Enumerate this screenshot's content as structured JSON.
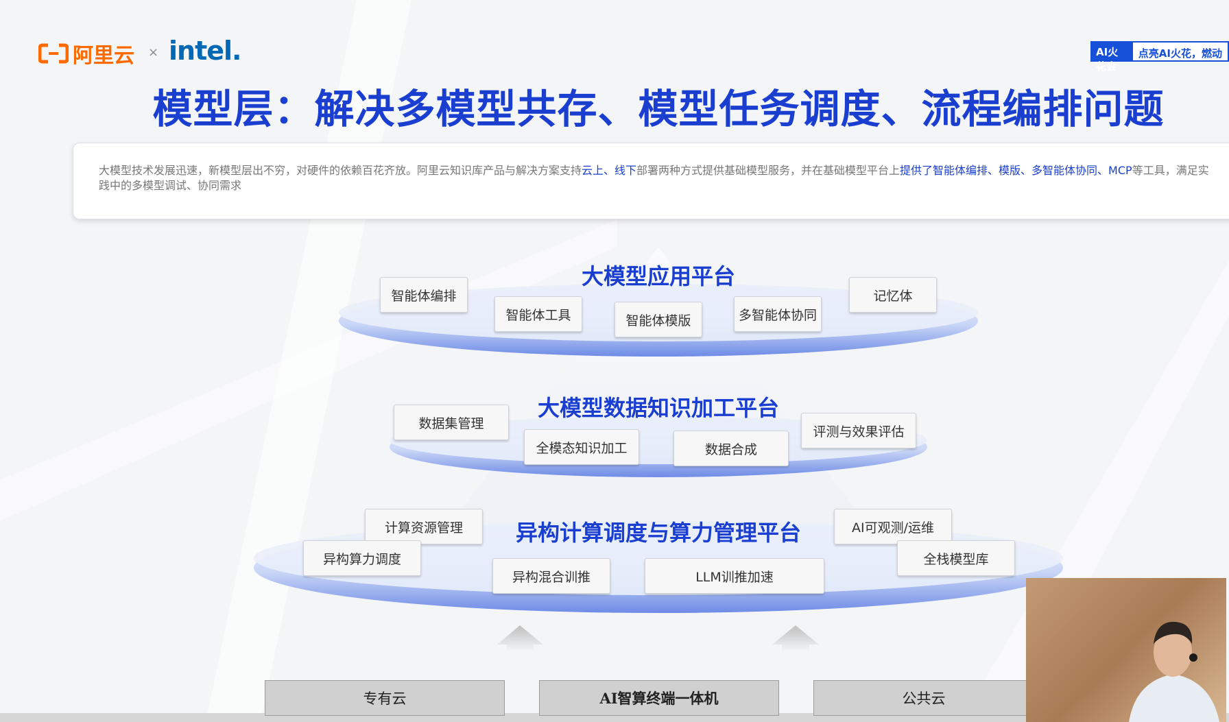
{
  "header": {
    "aliyun_logo_text": "阿里云",
    "times": "×",
    "intel_logo_text": "intel.",
    "event_badge_left": "AI火花会",
    "event_badge_right": "点亮AI火花，燃动"
  },
  "title": "模型层：解决多模型共存、模型任务调度、流程编排问题",
  "summary": {
    "part1": "大模型技术发展迅速，新模型层出不穷，对硬件的依赖百花齐放。阿里云知识库产品与解决方案支持",
    "hl1": "云上、线下",
    "part2": "部署两种方式提供基础模型服务，并在基础模型平台上",
    "hl2": "提供了智能体编排、模版、多智能体协同、MCP",
    "part3": "等工具，满足实践中的多模型调试、协同需求"
  },
  "layers": {
    "app": {
      "title": "大模型应用平台",
      "chips": [
        "智能体编排",
        "智能体工具",
        "智能体模版",
        "多智能体协同",
        "记忆体"
      ]
    },
    "data": {
      "title": "大模型数据知识加工平台",
      "chips": [
        "数据集管理",
        "全模态知识加工",
        "数据合成",
        "评测与效果评估"
      ]
    },
    "compute": {
      "title": "异构计算调度与算力管理平台",
      "chips": [
        "计算资源管理",
        "异构算力调度",
        "异构混合训推",
        "LLM训推加速",
        "AI可观测/运维",
        "全栈模型库"
      ]
    }
  },
  "deployment": [
    "专有云",
    "AI智算终端一体机",
    "公共云"
  ],
  "colors": {
    "title_blue": "#1a3fd0",
    "aliyun_orange": "#ff6a00",
    "intel_blue": "#0068b5"
  }
}
